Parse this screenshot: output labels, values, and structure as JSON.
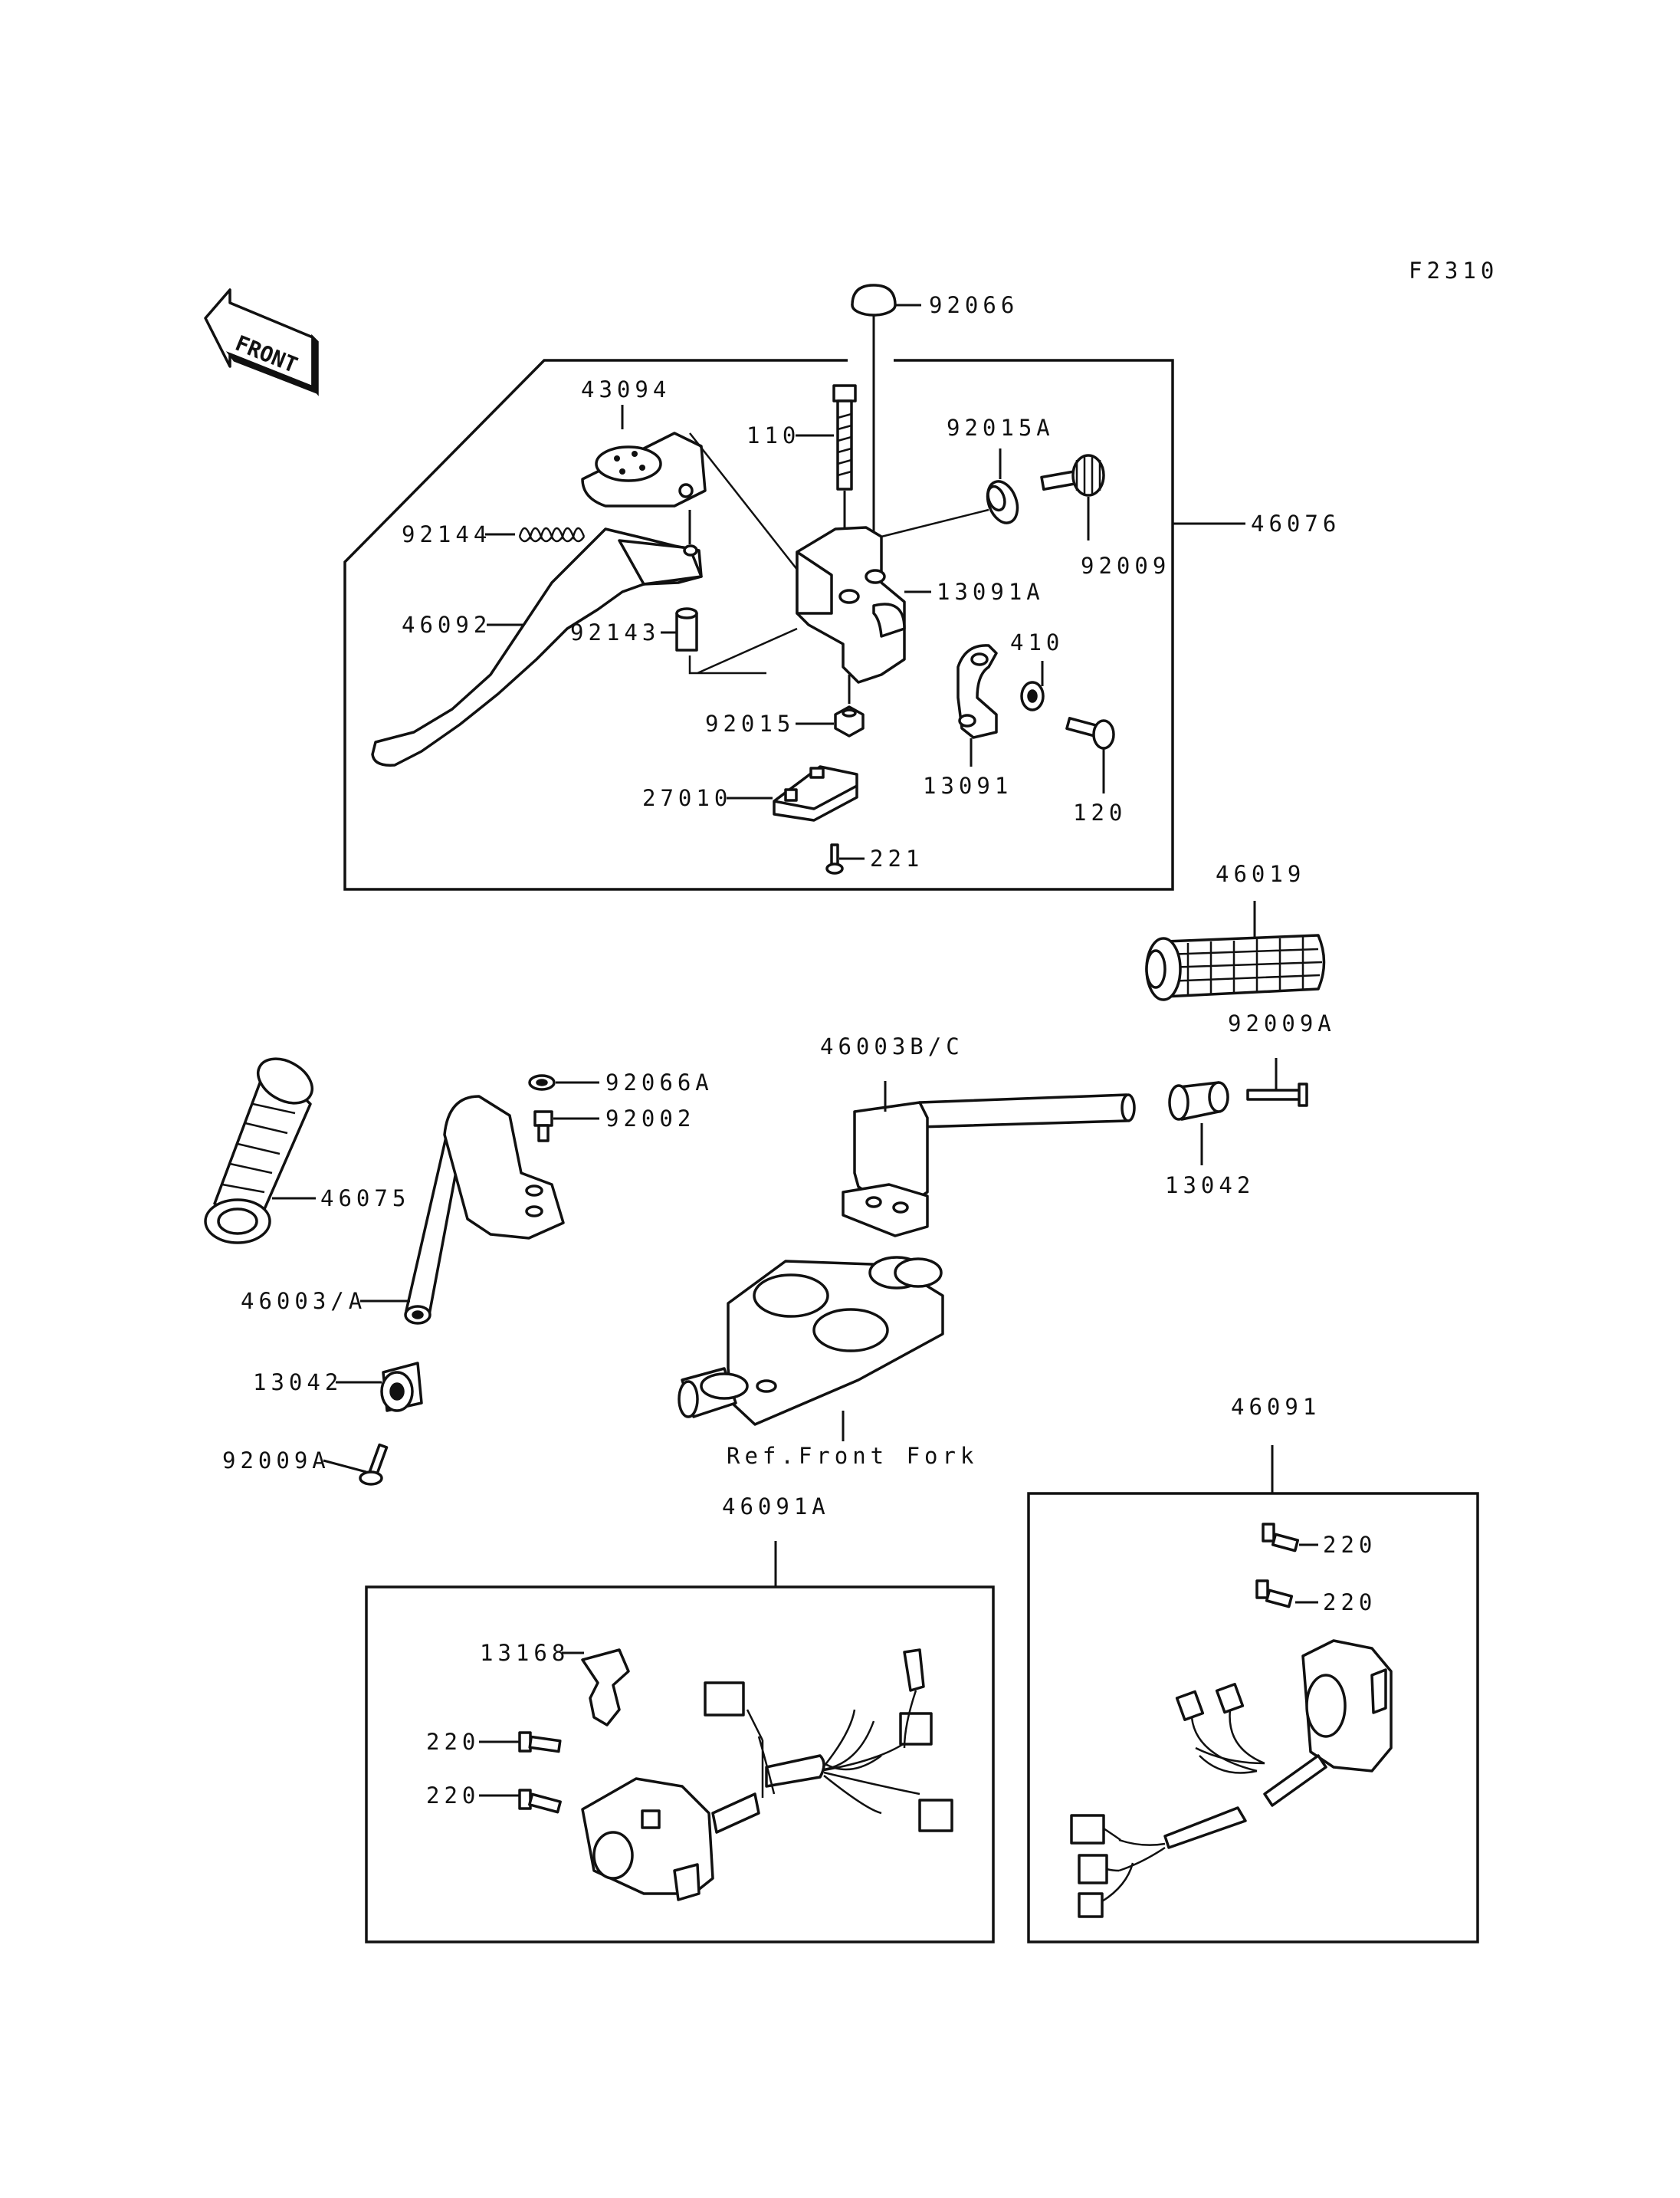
{
  "figure_code": "F2310",
  "front_arrow_text": "FRONT",
  "reference_text": "Ref.Front Fork",
  "labels": {
    "p92066": "92066",
    "p43094": "43094",
    "p110": "110",
    "p92015A": "92015A",
    "p46076": "46076",
    "p92144": "92144",
    "p13091A": "13091A",
    "p92009": "92009",
    "p46092": "46092",
    "p92143": "92143",
    "p410": "410",
    "p92015": "92015",
    "p13091": "13091",
    "p120": "120",
    "p27010": "27010",
    "p221": "221",
    "p46019": "46019",
    "p92009A_right": "92009A",
    "p46003BC": "46003B/C",
    "p92066A": "92066A",
    "p92002": "92002",
    "p13042_right": "13042",
    "p46075": "46075",
    "p46003A": "46003/A",
    "p13042_left": "13042",
    "p92009A_left": "92009A",
    "p46091": "46091",
    "p46091A": "46091A",
    "p220_r1": "220",
    "p220_r2": "220",
    "p13168": "13168",
    "p220_l1": "220",
    "p220_l2": "220"
  }
}
